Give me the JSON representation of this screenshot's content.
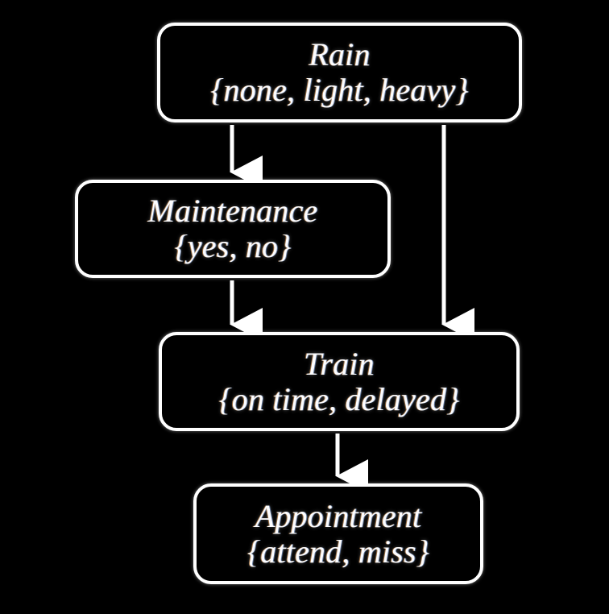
{
  "diagram": {
    "type": "bayesian-network",
    "background_color": "#000000",
    "node_border_color": "#ffffff",
    "text_color": "#ffffff",
    "nodes": [
      {
        "id": "rain",
        "title": "Rain",
        "states": "{none, light, heavy}",
        "state_list": [
          "none",
          "light",
          "heavy"
        ]
      },
      {
        "id": "maintenance",
        "title": "Maintenance",
        "states": "{yes, no}",
        "state_list": [
          "yes",
          "no"
        ]
      },
      {
        "id": "train",
        "title": "Train",
        "states": "{on time, delayed}",
        "state_list": [
          "on time",
          "delayed"
        ]
      },
      {
        "id": "appointment",
        "title": "Appointment",
        "states": "{attend, miss}",
        "state_list": [
          "attend",
          "miss"
        ]
      }
    ],
    "edges": [
      {
        "id": "rain-maintenance",
        "from": "Rain",
        "to": "Maintenance"
      },
      {
        "id": "rain-train",
        "from": "Rain",
        "to": "Train"
      },
      {
        "id": "maintenance-train",
        "from": "Maintenance",
        "to": "Train"
      },
      {
        "id": "train-appointment",
        "from": "Train",
        "to": "Appointment"
      }
    ]
  }
}
